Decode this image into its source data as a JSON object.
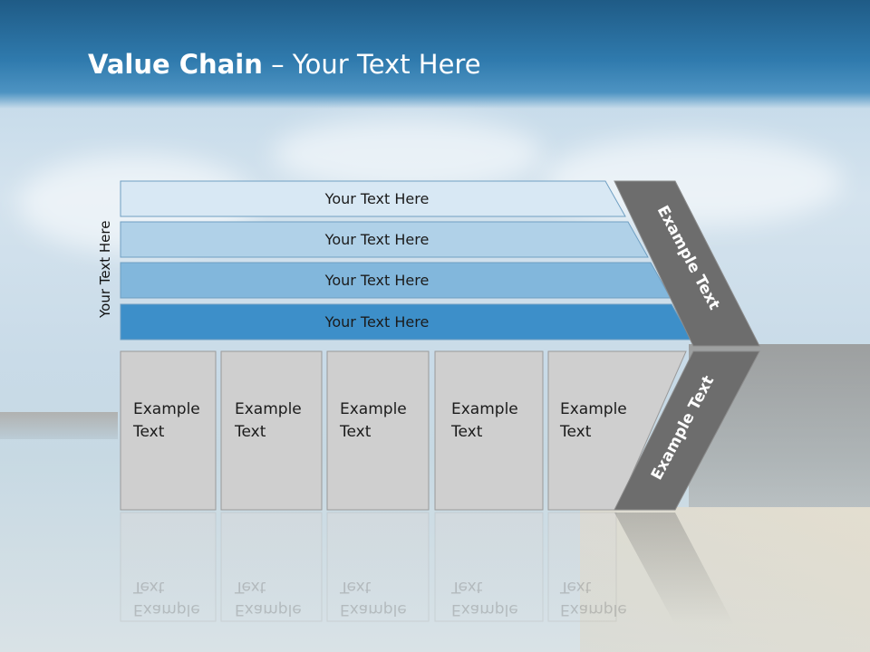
{
  "slide": {
    "title_bold": "Value Chain",
    "title_rest": " – Your Text Here"
  },
  "side_label": "Your Text Here",
  "support_rows": [
    {
      "label": "Your Text Here",
      "color": "#d8e8f4"
    },
    {
      "label": "Your Text Here",
      "color": "#b0d1e8"
    },
    {
      "label": "Your Text Here",
      "color": "#82b7dc"
    },
    {
      "label": "Your Text Here",
      "color": "#3d8fc9"
    }
  ],
  "primary_cells": [
    {
      "line1": "Example",
      "line2": "Text"
    },
    {
      "line1": "Example",
      "line2": "Text"
    },
    {
      "line1": "Example",
      "line2": "Text"
    },
    {
      "line1": "Example",
      "line2": "Text"
    },
    {
      "line1": "Example",
      "line2": "Text"
    }
  ],
  "margin": {
    "upper_label": "Example Text",
    "lower_label": "Example Text",
    "color": "#6d6d6d"
  },
  "colors": {
    "cell_fill": "#cfcfcf",
    "cell_border": "#9a9a9a",
    "header": "#2f7aad"
  }
}
